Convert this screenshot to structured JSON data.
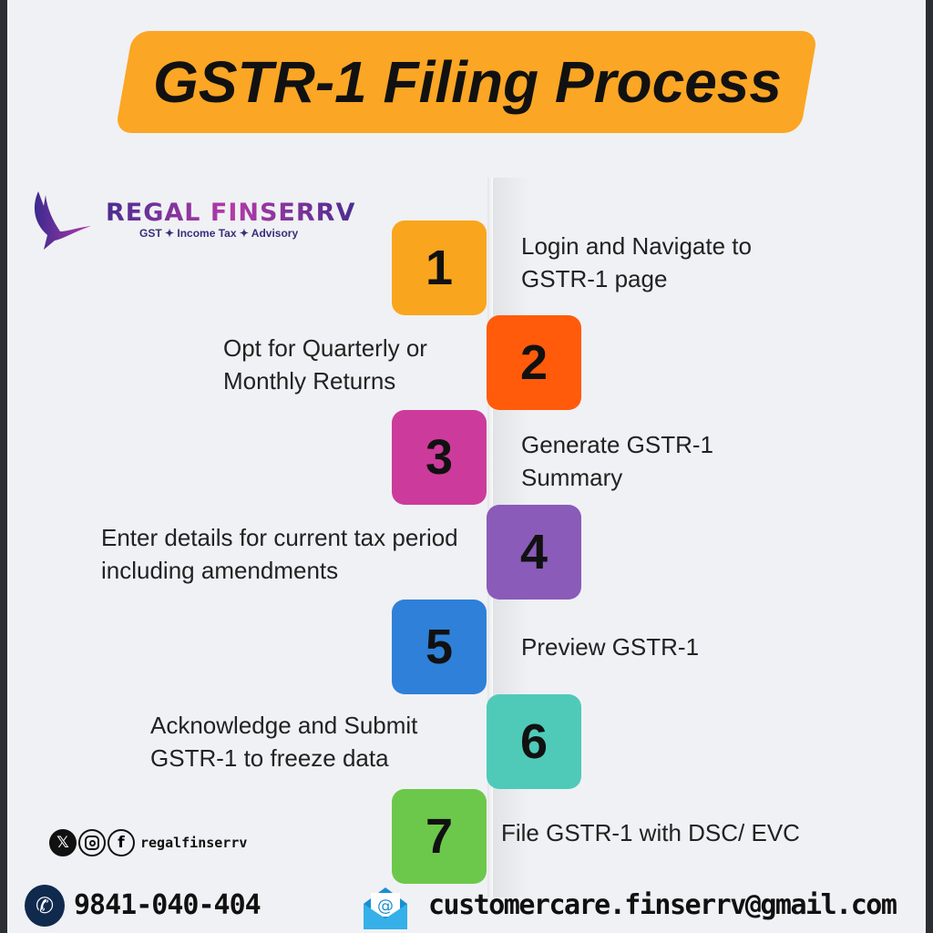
{
  "title": "GSTR-1 Filing Process",
  "brand": {
    "name": "REGAL FINSERRV",
    "tagline": "GST ✦ Income Tax ✦ Advisory"
  },
  "colors": {
    "banner": "#fba624",
    "accent": "#6a2fa0"
  },
  "steps": [
    {
      "number": "1",
      "text": "Login and Navigate to GSTR-1 page",
      "color": "#f9a61e",
      "side": "left"
    },
    {
      "number": "2",
      "text": "Opt for Quarterly or Monthly Returns",
      "color": "#ff5b0b",
      "side": "right"
    },
    {
      "number": "3",
      "text": "Generate GSTR-1 Summary",
      "color": "#cc3b9b",
      "side": "left"
    },
    {
      "number": "4",
      "text": "Enter details for current tax period including amendments",
      "color": "#8a5bb8",
      "side": "right"
    },
    {
      "number": "5",
      "text": "Preview GSTR-1",
      "color": "#2f80d8",
      "side": "left"
    },
    {
      "number": "6",
      "text": "Acknowledge and Submit GSTR-1 to freeze data",
      "color": "#4fcab9",
      "side": "right"
    },
    {
      "number": "7",
      "text": "File GSTR-1 with DSC/ EVC",
      "color": "#6cc84b",
      "side": "left"
    }
  ],
  "social": {
    "handle": "regalfinserrv",
    "icons": [
      "x-icon",
      "instagram-icon",
      "facebook-icon"
    ]
  },
  "contact": {
    "phone": "9841-040-404",
    "email": "customercare.finserrv@gmail.com"
  }
}
